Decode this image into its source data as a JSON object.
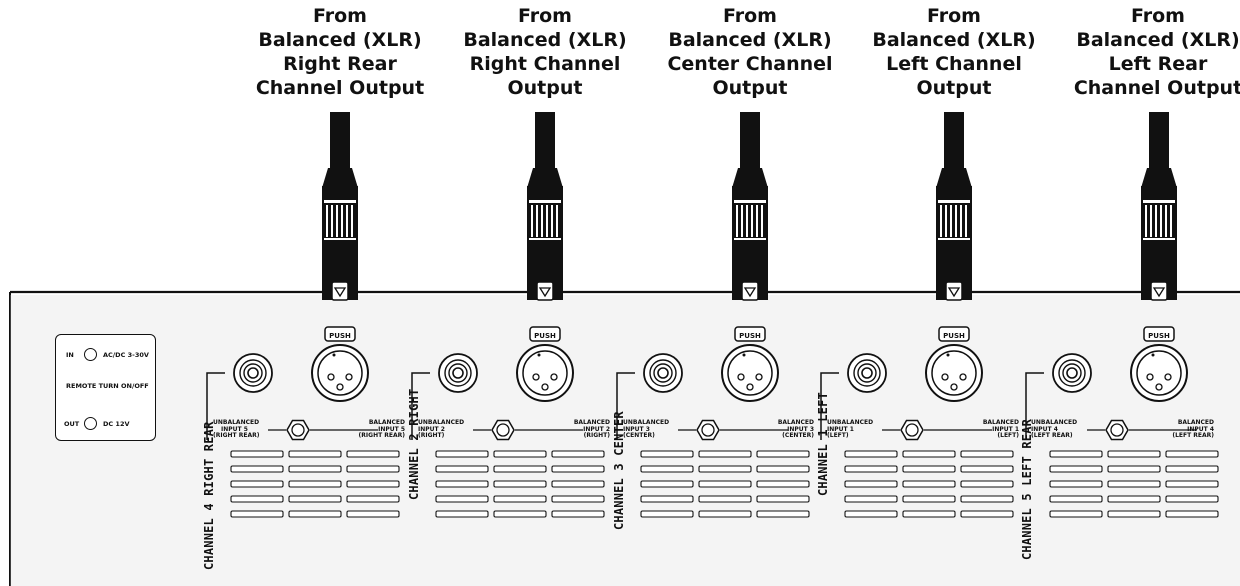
{
  "source_labels": [
    {
      "lines": [
        "From",
        "Balanced (XLR)",
        "Right Rear",
        "Channel Output"
      ]
    },
    {
      "lines": [
        "From",
        "Balanced (XLR)",
        "Right Channel",
        "Output"
      ]
    },
    {
      "lines": [
        "From",
        "Balanced (XLR)",
        "Center Channel",
        "Output"
      ]
    },
    {
      "lines": [
        "From",
        "Balanced (XLR)",
        "Left Channel",
        "Output"
      ]
    },
    {
      "lines": [
        "From",
        "Balanced (XLR)",
        "Left Rear",
        "Channel Output"
      ]
    }
  ],
  "remote": {
    "in_label": "IN",
    "in_spec": "AC/DC 3-30V",
    "title": "REMOTE TURN ON/OFF",
    "out_label": "OUT",
    "out_spec": "DC 12V"
  },
  "push_label": "PUSH",
  "channels": [
    {
      "channel_label": "CHANNEL 4 RIGHT REAR",
      "unbalanced": [
        "UNBALANCED",
        "INPUT 5",
        "(RIGHT REAR)"
      ],
      "balanced": [
        "BALANCED",
        "INPUT 5",
        "(RIGHT REAR)"
      ]
    },
    {
      "channel_label": "CHANNEL 2 RIGHT",
      "unbalanced": [
        "UNBALANCED",
        "INPUT 2",
        "(RIGHT)"
      ],
      "balanced": [
        "BALANCED",
        "INPUT 2",
        "(RIGHT)"
      ]
    },
    {
      "channel_label": "CHANNEL 3 CENTER",
      "unbalanced": [
        "UNBALANCED",
        "INPUT 3",
        "(CENTER)"
      ],
      "balanced": [
        "BALANCED",
        "INPUT 3",
        "(CENTER)"
      ]
    },
    {
      "channel_label": "CHANNEL 1 LEFT",
      "unbalanced": [
        "UNBALANCED",
        "INPUT 1",
        "(LEFT)"
      ],
      "balanced": [
        "BALANCED",
        "INPUT 1",
        "(LEFT)"
      ]
    },
    {
      "channel_label": "CHANNEL 5 LEFT REAR",
      "unbalanced": [
        "UNBALANCED",
        "INPUT 4",
        "(LEFT REAR)"
      ],
      "balanced": [
        "BALANCED",
        "INPUT 4",
        "(LEFT REAR)"
      ]
    }
  ]
}
